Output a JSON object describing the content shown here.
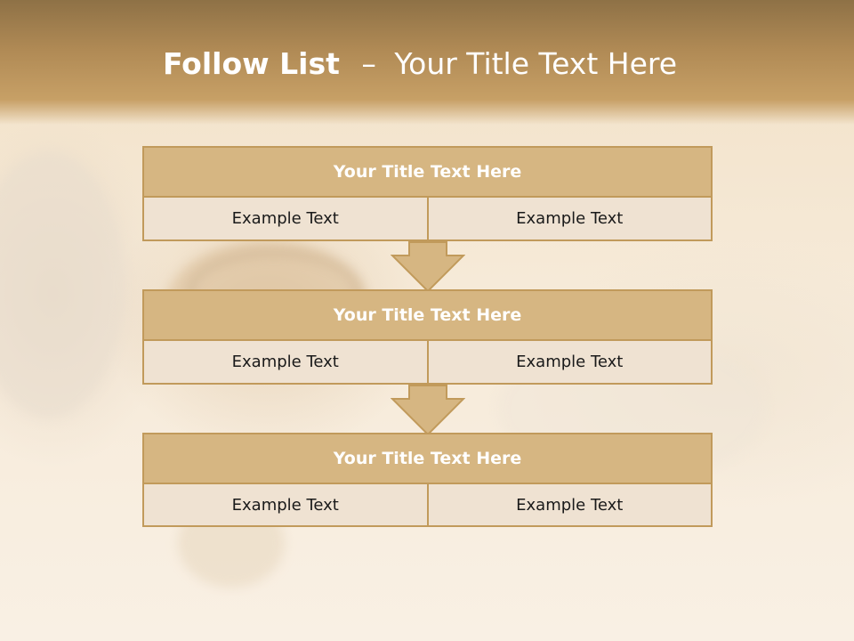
{
  "slide": {
    "title_bold": "Follow List",
    "title_separator": "–",
    "title_rest": "Your Title Text Here"
  },
  "blocks": [
    {
      "title": "Your Title Text Here",
      "cells": [
        "Example Text",
        "Example Text"
      ]
    },
    {
      "title": "Your Title Text Here",
      "cells": [
        "Example Text",
        "Example Text"
      ]
    },
    {
      "title": "Your Title Text Here",
      "cells": [
        "Example Text",
        "Example Text"
      ]
    }
  ],
  "colors": {
    "header": "#b08a55",
    "block_title": "#d6b682",
    "block_border": "#c19a5b",
    "block_row": "#efe2d2",
    "arrow_fill": "#d6b682"
  }
}
